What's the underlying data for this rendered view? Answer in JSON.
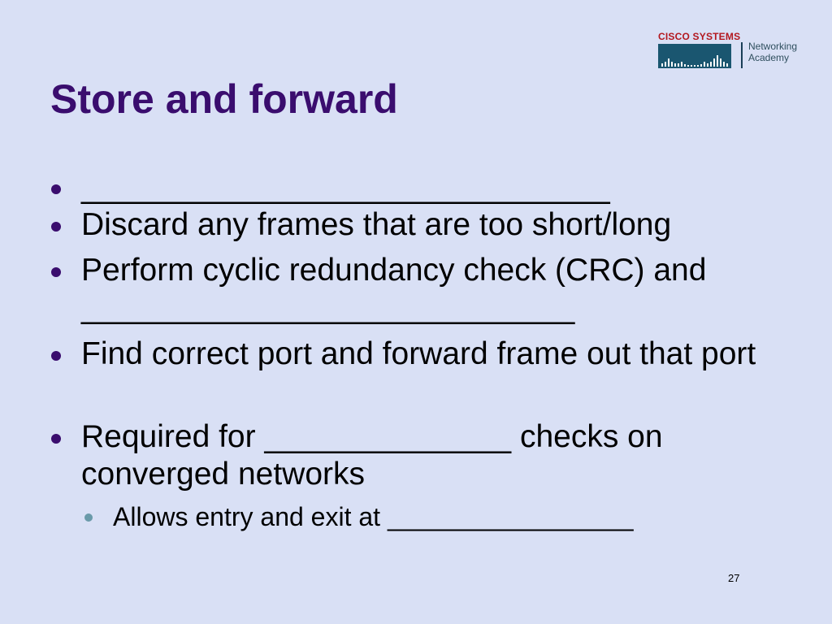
{
  "logo": {
    "brand": "CISCO SYSTEMS",
    "academy_line1": "Networking",
    "academy_line2": "Academy",
    "brand_color": "#b3171e",
    "bars_color": "#1a5670"
  },
  "slide": {
    "title": "Store and forward",
    "bullets": [
      "______________________________",
      "Discard any frames that are too short/long",
      "Perform cyclic redundancy check (CRC) and ____________________________",
      "Find correct port and forward frame out that port",
      "Required for ______________ checks on converged networks"
    ],
    "sub_bullets": [
      "Allows entry and exit at _________________"
    ],
    "page_number": "27"
  },
  "colors": {
    "background": "#d9e0f5",
    "title": "#3a0d6e",
    "bullet": "#3a0d6e",
    "sub_bullet": "#6a9aa9"
  }
}
